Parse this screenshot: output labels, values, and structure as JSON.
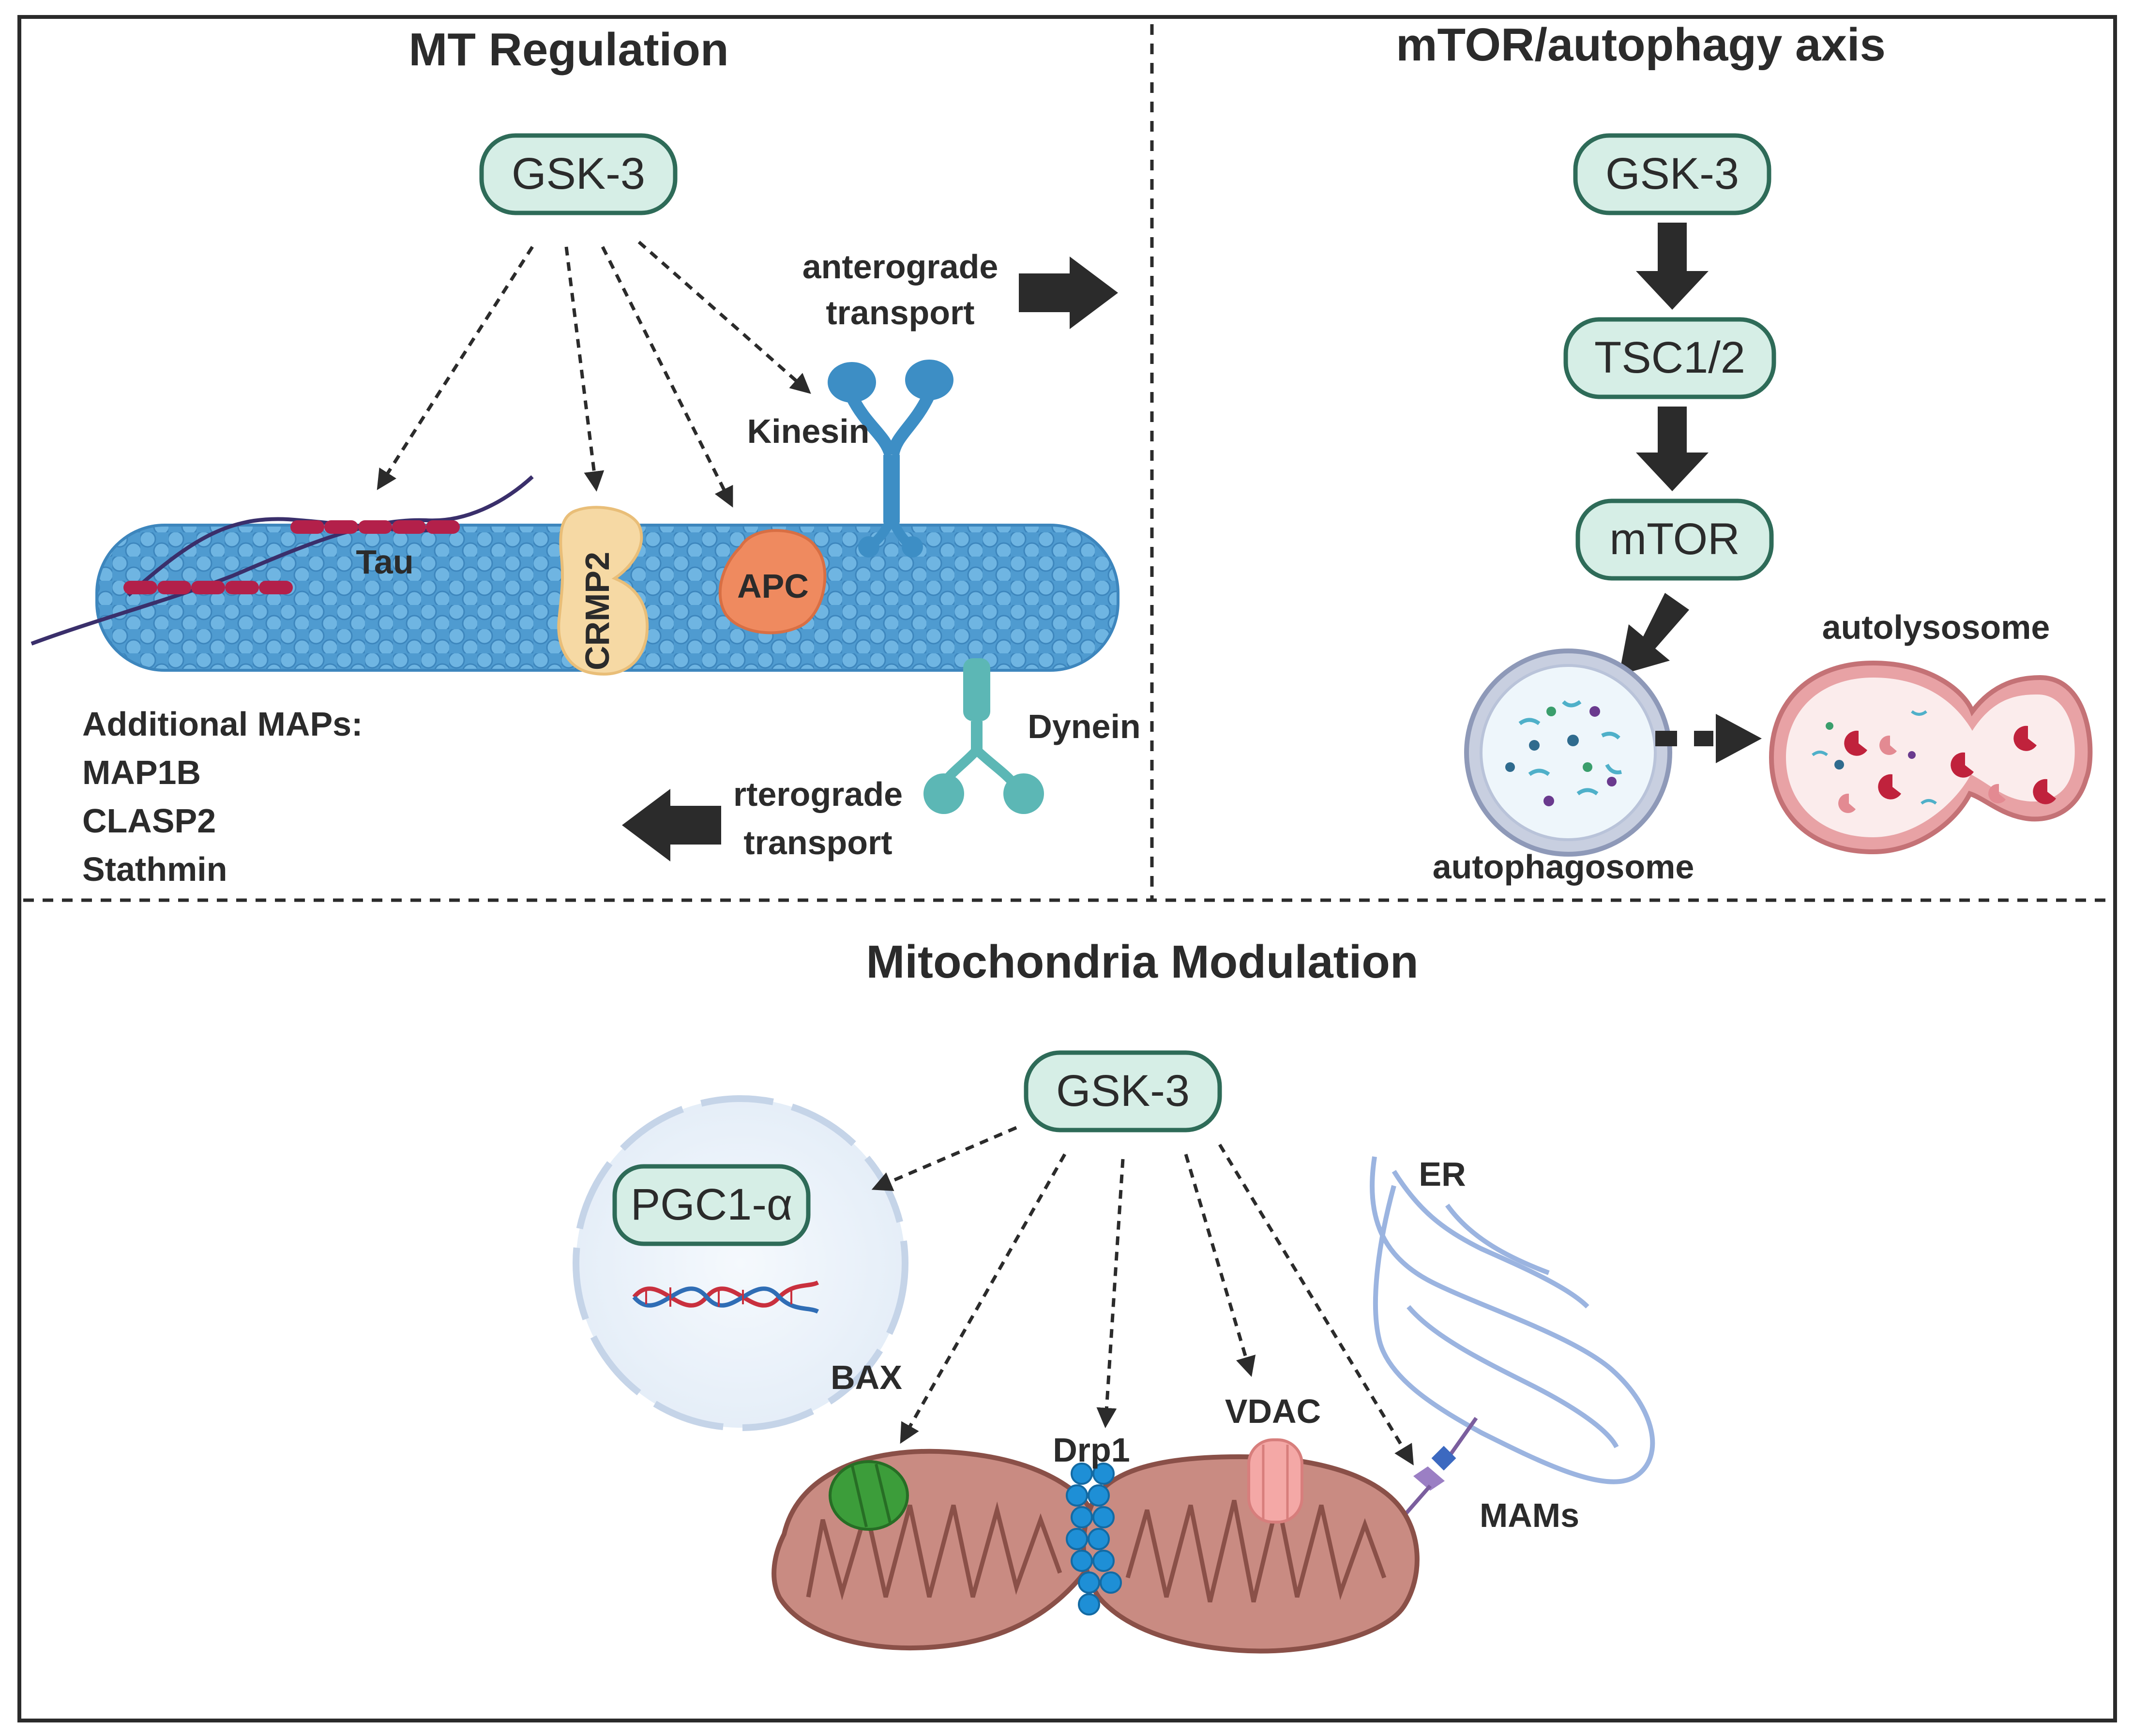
{
  "titles": {
    "mt": "MT Regulation",
    "mtor": "mTOR/autophagy axis",
    "mito": "Mitochondria Modulation"
  },
  "nodes": {
    "gsk_mt": "GSK-3",
    "gsk_mtor": "GSK-3",
    "tsc": "TSC1/2",
    "mtor": "mTOR",
    "gsk_mito": "GSK-3",
    "pgc": "PGC1-α"
  },
  "labels": {
    "antero_1": "anterograde",
    "antero_2": "transport",
    "kinesin": "Kinesin",
    "tau": "Tau",
    "crmp2": "CRMP2",
    "apc": "APC",
    "dynein": "Dynein",
    "retro_1": "rterograde",
    "retro_2": "transport",
    "maps_header": "Additional MAPs:",
    "maps": [
      "MAP1B",
      "CLASP2",
      "Stathmin"
    ],
    "autolysosome": "autolysosome",
    "autophagosome": "autophagosome",
    "bax": "BAX",
    "drp1": "Drp1",
    "vdac": "VDAC",
    "er": "ER",
    "mams": "MAMs"
  },
  "colors": {
    "border": "#2b2b2b",
    "node_fill": "#d6eee6",
    "node_stroke": "#2e6b58",
    "microtubule": "#5aa6d8",
    "tau": "#b3204a",
    "crmp2": "#f6d9a4",
    "apc": "#ef8a5f",
    "kinesin": "#3d8ec5",
    "dynein": "#5cb7b5",
    "mitochondria": "#c98b82",
    "bax": "#3c9d3a",
    "drp1": "#1e8fd6",
    "vdac": "#f4a8a6",
    "er": "#b5c9ea"
  }
}
